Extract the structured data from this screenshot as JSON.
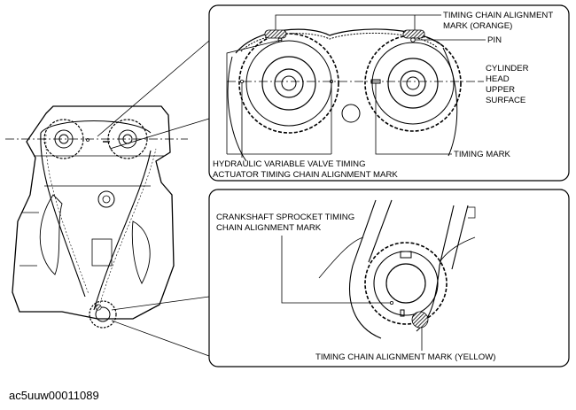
{
  "labels": {
    "timing_chain_alignment_mark_orange_line1": "TIMING CHAIN ALIGNMENT",
    "timing_chain_alignment_mark_orange_line2": "MARK (ORANGE)",
    "pin": "PIN",
    "cylinder_head_line1": "CYLINDER",
    "cylinder_head_line2": "HEAD",
    "cylinder_head_line3": "UPPER",
    "cylinder_head_line4": "SURFACE",
    "timing_mark": "TIMING MARK",
    "hvvt_line1": "HYDRAULIC VARIABLE VALVE TIMING",
    "hvvt_line2": "ACTUATOR TIMING CHAIN ALIGNMENT MARK",
    "crankshaft_line1": "CRANKSHAFT SPROCKET TIMING",
    "crankshaft_line2": "CHAIN ALIGNMENT MARK",
    "yellow_mark": "TIMING CHAIN ALIGNMENT MARK (YELLOW)"
  },
  "figure_id": "ac5uuw00011089",
  "colors": {
    "line": "#000000",
    "background": "#ffffff"
  }
}
